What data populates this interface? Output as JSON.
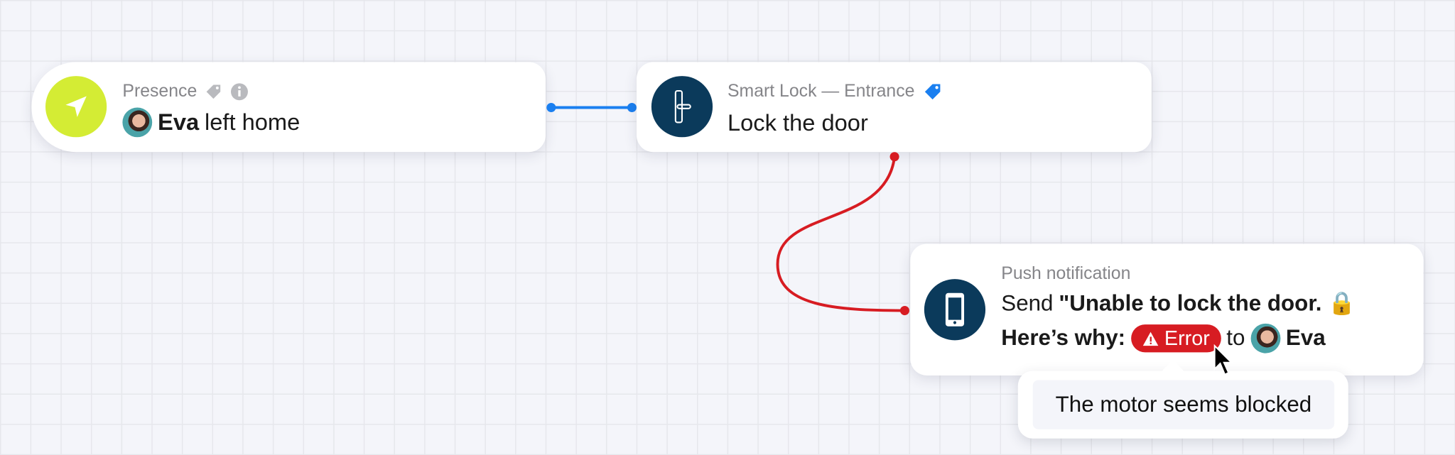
{
  "colors": {
    "trigger": "#d4ec34",
    "device": "#0b3a5b",
    "link": "#1a7ff0",
    "error": "#d71c22"
  },
  "nodes": [
    {
      "title": "Presence",
      "icon": "navigation-arrow-icon",
      "user": "Eva",
      "action": "left home"
    },
    {
      "title": "Smart Lock — Entrance",
      "icon": "door-lock-icon",
      "action": "Lock the door"
    },
    {
      "title": "Push notification",
      "icon": "smartphone-icon",
      "send_prefix": "Send",
      "message": "\"Unable to lock the door. 🔒",
      "message_line2": "Here’s why:",
      "error_badge": "Error",
      "to_label": "to",
      "user": "Eva"
    }
  ],
  "tooltip": {
    "text": "The motor seems blocked"
  }
}
